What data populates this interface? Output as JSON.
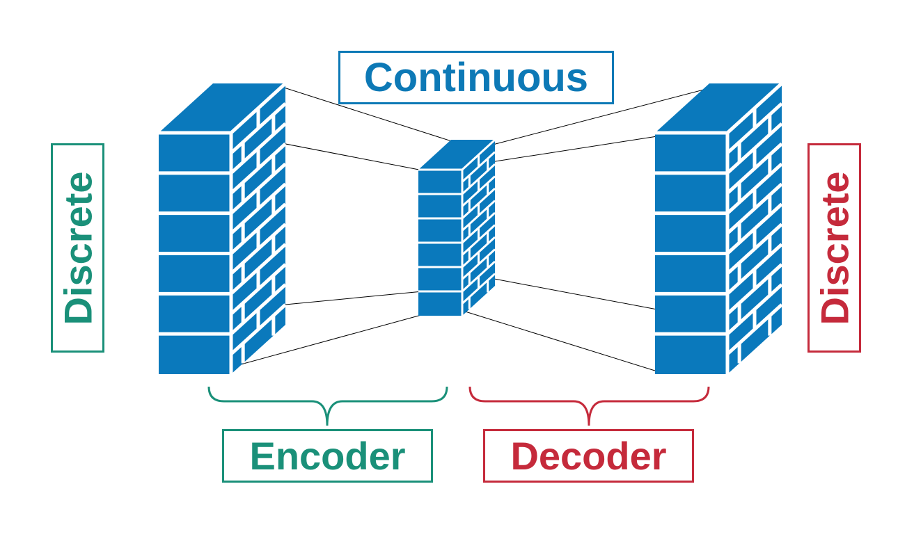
{
  "labels": {
    "top": "Continuous",
    "left": "Discrete",
    "right": "Discrete",
    "encoder": "Encoder",
    "decoder": "Decoder"
  },
  "colors": {
    "brick": "#0a79bc",
    "mortar": "#ffffff",
    "continuous": "#0d79b6",
    "encoder": "#1a9079",
    "decoder": "#c52a3b"
  },
  "icons": [
    "brick-wall-icon",
    "brick-wall-icon",
    "brick-wall-icon",
    "curly-brace-icon",
    "curly-brace-icon"
  ]
}
